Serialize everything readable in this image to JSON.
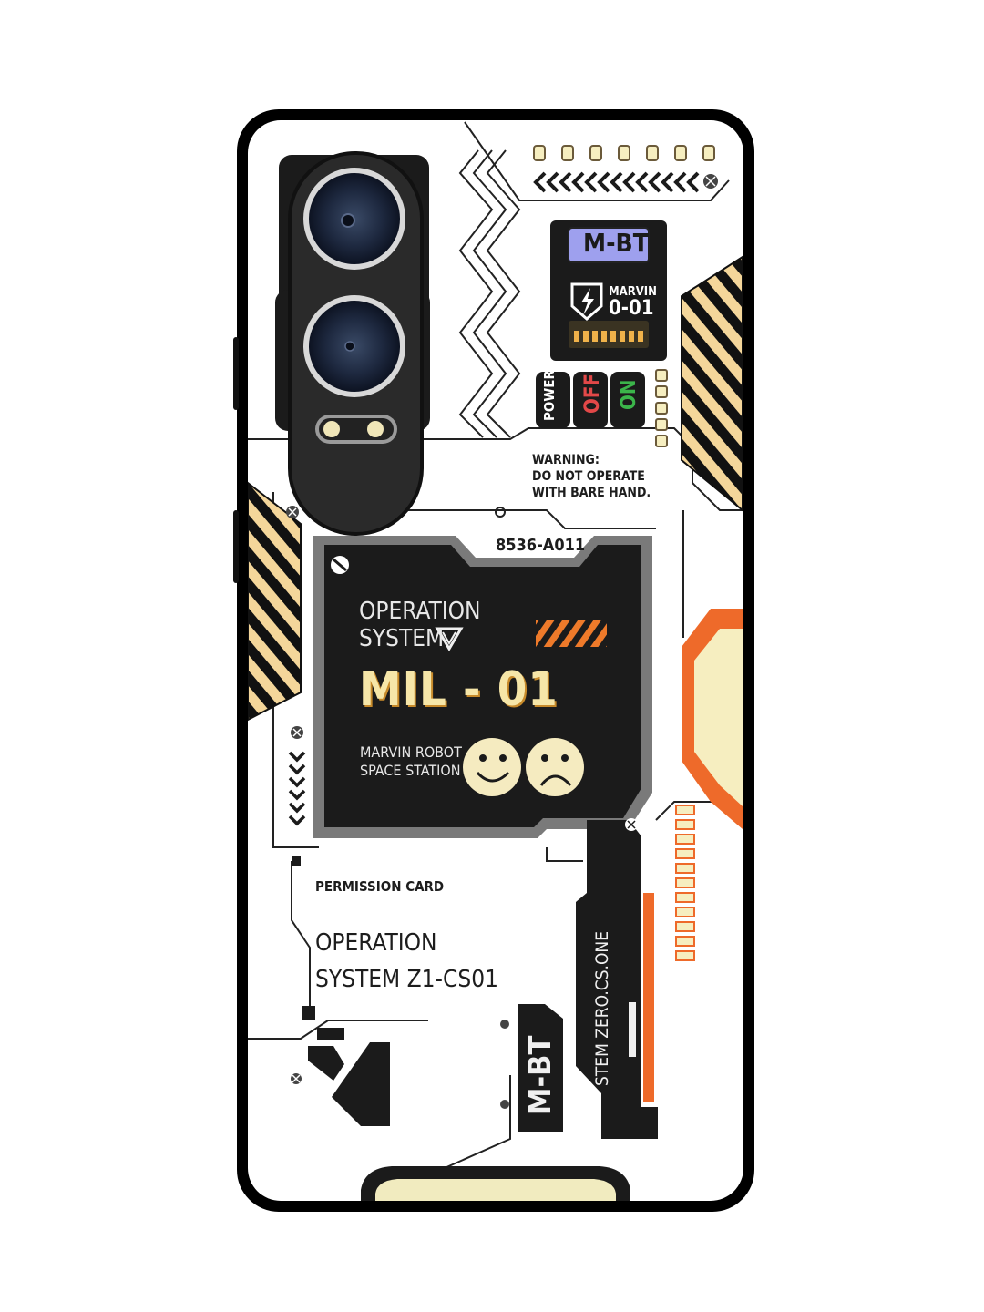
{
  "case": {
    "texts": {
      "mbt_top": "M-BT",
      "marvin": "MARVIN",
      "marvin_code": "0-01",
      "power": "POWER",
      "off": "OFF",
      "on": "ON",
      "warning_1": "WARNING:",
      "warning_2": "DO NOT OPERATE",
      "warning_3": "WITH BARE HAND.",
      "serial": "8536-A011",
      "op_system_1": "OPERATION",
      "op_system_2": "SYSTEM",
      "model": "MIL - 01",
      "marvin_robot_1": "MARVIN ROBOT",
      "marvin_robot_2": "SPACE STATION",
      "permission_card": "PERMISSION CARD",
      "operation_1": "OPERATION",
      "operation_2": "SYSTEM Z1-CS01",
      "stem": "STEM ZERO.CS.ONE",
      "mbt_bottom": "M-BT"
    },
    "colors": {
      "case_border": "#000000",
      "panel": "#1b1b1b",
      "cream": "#f6eec0",
      "accent_orange": "#ee6a2a",
      "badge_purple": "#9ea0ee",
      "off_red": "#e24848",
      "on_green": "#3bb54a",
      "smiley": "#f5ebc0"
    },
    "icons": [
      "camera-lens-icon",
      "flash-icon",
      "bolt-shield-icon",
      "smiley-happy-icon",
      "smiley-sad-icon",
      "triangle-v-icon",
      "chevron-left-icon",
      "chevron-down-icon",
      "screw-icon"
    ]
  }
}
